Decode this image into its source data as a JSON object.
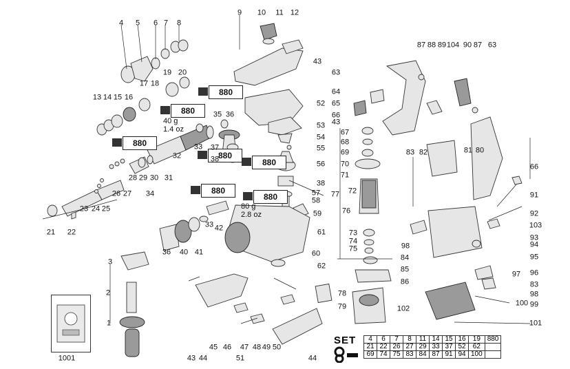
{
  "callouts": [
    {
      "id": "c-1",
      "text": "1"
    },
    {
      "id": "c-2",
      "text": "2"
    },
    {
      "id": "c-3",
      "text": "3"
    },
    {
      "id": "c-4",
      "text": "4"
    },
    {
      "id": "c-5",
      "text": "5"
    },
    {
      "id": "c-6",
      "text": "6"
    },
    {
      "id": "c-7",
      "text": "7"
    },
    {
      "id": "c-8",
      "text": "8"
    },
    {
      "id": "c-9",
      "text": "9"
    },
    {
      "id": "c-10",
      "text": "10"
    },
    {
      "id": "c-11",
      "text": "11"
    },
    {
      "id": "c-12",
      "text": "12"
    },
    {
      "id": "c-13",
      "text": "13"
    },
    {
      "id": "c-14",
      "text": "14"
    },
    {
      "id": "c-15",
      "text": "15"
    },
    {
      "id": "c-16",
      "text": "16"
    },
    {
      "id": "c-17",
      "text": "17"
    },
    {
      "id": "c-18",
      "text": "18"
    },
    {
      "id": "c-19",
      "text": "19"
    },
    {
      "id": "c-20",
      "text": "20"
    },
    {
      "id": "c-21",
      "text": "21"
    },
    {
      "id": "c-22",
      "text": "22"
    },
    {
      "id": "c-23",
      "text": "23"
    },
    {
      "id": "c-24",
      "text": "24"
    },
    {
      "id": "c-25",
      "text": "25"
    },
    {
      "id": "c-26",
      "text": "26"
    },
    {
      "id": "c-27",
      "text": "27"
    },
    {
      "id": "c-28",
      "text": "28"
    },
    {
      "id": "c-29",
      "text": "29"
    },
    {
      "id": "c-30",
      "text": "30"
    },
    {
      "id": "c-31",
      "text": "31"
    },
    {
      "id": "c-32",
      "text": "32"
    },
    {
      "id": "c-33a",
      "text": "33"
    },
    {
      "id": "c-33b",
      "text": "33"
    },
    {
      "id": "c-34",
      "text": "34"
    },
    {
      "id": "c-35",
      "text": "35"
    },
    {
      "id": "c-36a",
      "text": "36"
    },
    {
      "id": "c-36b",
      "text": "36"
    },
    {
      "id": "c-37",
      "text": "37"
    },
    {
      "id": "c-38a",
      "text": "38"
    },
    {
      "id": "c-38b",
      "text": "38"
    },
    {
      "id": "c-40",
      "text": "40"
    },
    {
      "id": "c-41",
      "text": "41"
    },
    {
      "id": "c-42",
      "text": "42"
    },
    {
      "id": "c-43a",
      "text": "43"
    },
    {
      "id": "c-43b",
      "text": "43"
    },
    {
      "id": "c-43c",
      "text": "43"
    },
    {
      "id": "c-44a",
      "text": "44"
    },
    {
      "id": "c-44b",
      "text": "44"
    },
    {
      "id": "c-45",
      "text": "45"
    },
    {
      "id": "c-46",
      "text": "46"
    },
    {
      "id": "c-47",
      "text": "47"
    },
    {
      "id": "c-48",
      "text": "48"
    },
    {
      "id": "c-49",
      "text": "49"
    },
    {
      "id": "c-50",
      "text": "50"
    },
    {
      "id": "c-51",
      "text": "51"
    },
    {
      "id": "c-52",
      "text": "52"
    },
    {
      "id": "c-53",
      "text": "53"
    },
    {
      "id": "c-54",
      "text": "54"
    },
    {
      "id": "c-55",
      "text": "55"
    },
    {
      "id": "c-56",
      "text": "56"
    },
    {
      "id": "c-57",
      "text": "57"
    },
    {
      "id": "c-58",
      "text": "58"
    },
    {
      "id": "c-59",
      "text": "59"
    },
    {
      "id": "c-60",
      "text": "60"
    },
    {
      "id": "c-61",
      "text": "61"
    },
    {
      "id": "c-62",
      "text": "62"
    },
    {
      "id": "c-63a",
      "text": "63"
    },
    {
      "id": "c-63b",
      "text": "63"
    },
    {
      "id": "c-64",
      "text": "64"
    },
    {
      "id": "c-65",
      "text": "65"
    },
    {
      "id": "c-66a",
      "text": "66"
    },
    {
      "id": "c-66b",
      "text": "66"
    },
    {
      "id": "c-67",
      "text": "67"
    },
    {
      "id": "c-68",
      "text": "68"
    },
    {
      "id": "c-69",
      "text": "69"
    },
    {
      "id": "c-70",
      "text": "70"
    },
    {
      "id": "c-71",
      "text": "71"
    },
    {
      "id": "c-72",
      "text": "72"
    },
    {
      "id": "c-73",
      "text": "73"
    },
    {
      "id": "c-74",
      "text": "74"
    },
    {
      "id": "c-75",
      "text": "75"
    },
    {
      "id": "c-76",
      "text": "76"
    },
    {
      "id": "c-77",
      "text": "77"
    },
    {
      "id": "c-78",
      "text": "78"
    },
    {
      "id": "c-79",
      "text": "79"
    },
    {
      "id": "c-80",
      "text": "80"
    },
    {
      "id": "c-81",
      "text": "81"
    },
    {
      "id": "c-82",
      "text": "82"
    },
    {
      "id": "c-83a",
      "text": "83"
    },
    {
      "id": "c-83b",
      "text": "83"
    },
    {
      "id": "c-84",
      "text": "84"
    },
    {
      "id": "c-85",
      "text": "85"
    },
    {
      "id": "c-86",
      "text": "86"
    },
    {
      "id": "c-87a",
      "text": "87"
    },
    {
      "id": "c-87b",
      "text": "87"
    },
    {
      "id": "c-88",
      "text": "88"
    },
    {
      "id": "c-89",
      "text": "89"
    },
    {
      "id": "c-90",
      "text": "90"
    },
    {
      "id": "c-91",
      "text": "91"
    },
    {
      "id": "c-92",
      "text": "92"
    },
    {
      "id": "c-93",
      "text": "93"
    },
    {
      "id": "c-94",
      "text": "94"
    },
    {
      "id": "c-95",
      "text": "95"
    },
    {
      "id": "c-96",
      "text": "96"
    },
    {
      "id": "c-97",
      "text": "97"
    },
    {
      "id": "c-98a",
      "text": "98"
    },
    {
      "id": "c-98b",
      "text": "98"
    },
    {
      "id": "c-99",
      "text": "99"
    },
    {
      "id": "c-100",
      "text": "100"
    },
    {
      "id": "c-101",
      "text": "101"
    },
    {
      "id": "c-102",
      "text": "102"
    },
    {
      "id": "c-103",
      "text": "103"
    },
    {
      "id": "c-104",
      "text": "104"
    },
    {
      "id": "c-1001",
      "text": "1001"
    }
  ],
  "grease": [
    {
      "id": "g1",
      "text": "880"
    },
    {
      "id": "g2",
      "text": "880"
    },
    {
      "id": "g3",
      "text": "880"
    },
    {
      "id": "g4",
      "text": "880"
    },
    {
      "id": "g5",
      "text": "880"
    },
    {
      "id": "g6",
      "text": "880"
    },
    {
      "id": "g7",
      "text": "880"
    }
  ],
  "grease_notes": {
    "note_a_line1": "40 g",
    "note_a_line2": "1.4 oz",
    "note_b_line1": "80 g",
    "note_b_line2": "2.8 oz"
  },
  "set_table": {
    "title": "SET",
    "rows": [
      [
        "4",
        "6",
        "7",
        "8",
        "11",
        "14",
        "15",
        "16",
        "19",
        "880"
      ],
      [
        "21",
        "22",
        "26",
        "27",
        "29",
        "33",
        "37",
        "52",
        "62",
        ""
      ],
      [
        "69",
        "74",
        "75",
        "83",
        "84",
        "87",
        "91",
        "94",
        "100",
        ""
      ]
    ]
  }
}
